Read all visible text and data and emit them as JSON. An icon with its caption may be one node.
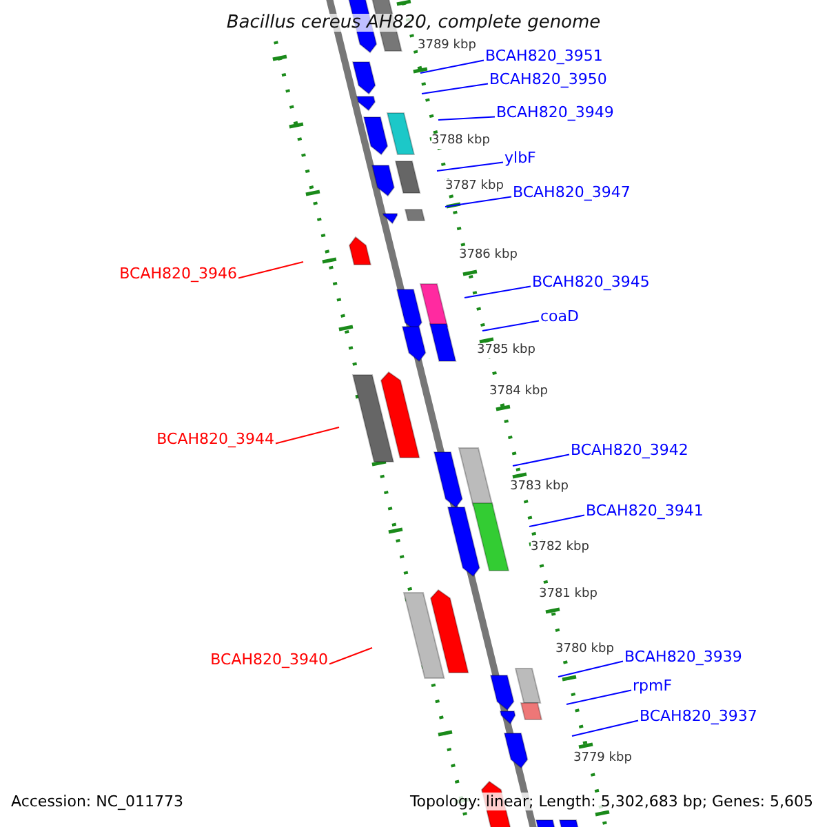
{
  "diagram": {
    "title": "Bacillus cereus AH820, complete genome",
    "nodes": [
      {
        "text": [
          "BCAH820_3951"
        ]
      },
      {
        "text": [
          "BCAH820_3950"
        ]
      },
      {
        "text": [
          "BCAH820_3949"
        ]
      },
      {
        "text": [
          "ylbF"
        ]
      },
      {
        "text": [
          "BCAH820_3947"
        ]
      },
      {
        "text": [
          "BCAH820_3946"
        ]
      },
      {
        "text": [
          "BCAH820_3945"
        ]
      },
      {
        "text": [
          "coaD"
        ]
      },
      {
        "text": [
          "BCAH820_3944"
        ]
      },
      {
        "text": [
          "BCAH820_3942"
        ]
      },
      {
        "text": [
          "BCAH820_3941"
        ]
      },
      {
        "text": [
          "BCAH820_3940"
        ]
      },
      {
        "text": [
          "BCAH820_3939"
        ]
      },
      {
        "text": [
          "rpmF"
        ]
      },
      {
        "text": [
          "BCAH820_3937"
        ]
      }
    ],
    "edges": [
      {
        "from": 0,
        "to": null,
        "arrow": "none"
      },
      {
        "from": 1,
        "to": null,
        "arrow": "none"
      },
      {
        "from": 2,
        "to": null,
        "arrow": "none"
      },
      {
        "from": 3,
        "to": null,
        "arrow": "none"
      },
      {
        "from": 4,
        "to": null,
        "arrow": "none"
      },
      {
        "from": 5,
        "to": null,
        "arrow": "none",
        "color": "#ff0000"
      },
      {
        "from": 6,
        "to": null,
        "arrow": "none"
      },
      {
        "from": 7,
        "to": null,
        "arrow": "none"
      },
      {
        "from": 8,
        "to": null,
        "arrow": "none",
        "color": "#ff0000"
      },
      {
        "from": 9,
        "to": null,
        "arrow": "none"
      },
      {
        "from": 10,
        "to": null,
        "arrow": "none"
      },
      {
        "from": 11,
        "to": null,
        "arrow": "none",
        "color": "#ff0000"
      },
      {
        "from": 12,
        "to": null,
        "arrow": "none"
      },
      {
        "from": 13,
        "to": null,
        "arrow": "none"
      },
      {
        "from": 14,
        "to": null,
        "arrow": "none"
      }
    ],
    "labels": [
      "3789 kbp",
      "3788 kbp",
      "3787 kbp",
      "3786 kbp",
      "3785 kbp",
      "3784 kbp",
      "3783 kbp",
      "3782 kbp",
      "3781 kbp",
      "3780 kbp",
      "3779 kbp",
      "Accession: NC_011773",
      "Topology: linear; Length: 5,302,683 bp; Genes: 5,605"
    ]
  }
}
